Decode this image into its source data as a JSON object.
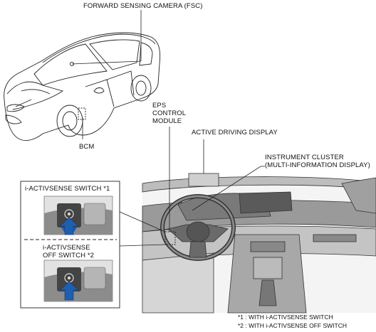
{
  "labels": {
    "fsc": "FORWARD SENSING CAMERA (FSC)",
    "bcm": "BCM",
    "eps_line1": "EPS",
    "eps_line2": "CONTROL",
    "eps_line3": "MODULE",
    "add": "ACTIVE DRIVING DISPLAY",
    "cluster_line1": "INSTRUMENT CLUSTER",
    "cluster_line2": "(MULTI-INFORMATION DISPLAY)",
    "switch1": "i-ACTIVSENSE SWITCH *1",
    "switch2_line1": "i-ACTIVSENSE",
    "switch2_line2": "OFF SWITCH *2"
  },
  "footnotes": [
    "*1 : WITH i-ACTIVSENSE SWITCH",
    "*2 : WITH i-ACTIVSENSE OFF SWITCH"
  ],
  "colors": {
    "arrow_blue": "#1f5fae",
    "line": "#222222",
    "panel_gray": "#cfcfcf",
    "dash_dark": "#9a9a9a"
  }
}
